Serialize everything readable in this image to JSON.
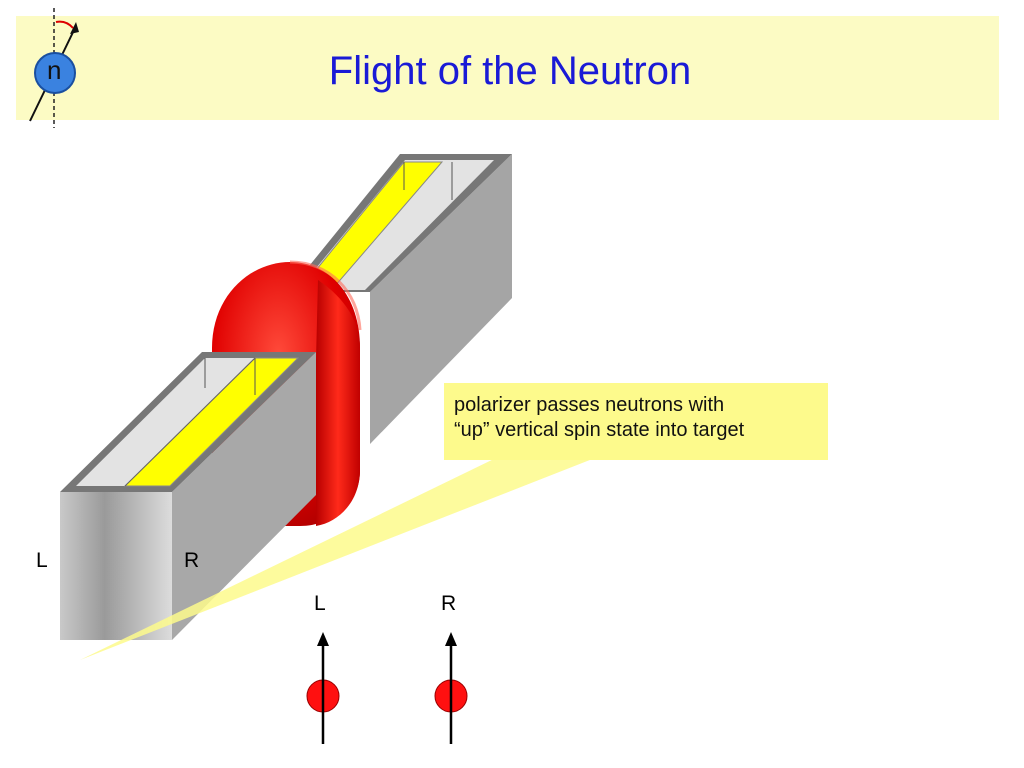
{
  "title": "Flight of the Neutron",
  "logo": {
    "letter": "n"
  },
  "callout": {
    "line1": "polarizer passes neutrons with",
    "line2": "“up” vertical spin state into target"
  },
  "box_labels": {
    "left": "L",
    "right": "R"
  },
  "neutron_labels": {
    "left": "L",
    "right": "R"
  },
  "colors": {
    "banner": "#fcfbc4",
    "title": "#1a1ad6",
    "yellow_strip": "#ffff00",
    "magnet_red": "#e00000",
    "neutron_red": "#ff1010",
    "logo_blue": "#3a82e0"
  }
}
